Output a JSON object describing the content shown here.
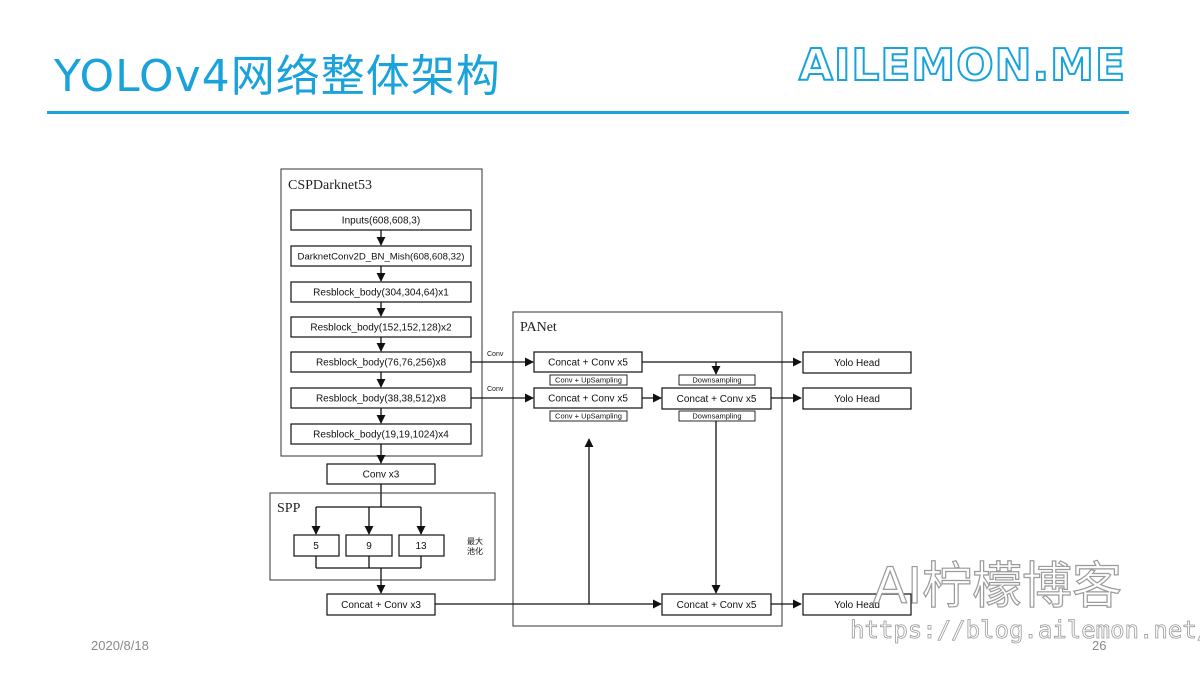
{
  "slide": {
    "title": "YOLOv4网络整体架构",
    "brand": "AILEMON.ME",
    "date": "2020/8/18",
    "page_number": "26"
  },
  "diagram": {
    "backbone_title": "CSPDarknet53",
    "backbone": [
      "Inputs(608,608,3)",
      "DarknetConv2D_BN_Mish(608,608,32)",
      "Resblock_body(304,304,64)x1",
      "Resblock_body(152,152,128)x2",
      "Resblock_body(76,76,256)x8",
      "Resblock_body(38,38,512)x8",
      "Resblock_body(19,19,1024)x4"
    ],
    "conv3": "Conv x3",
    "spp_title": "SPP",
    "spp_pools": [
      "5",
      "9",
      "13"
    ],
    "spp_note": [
      "最大",
      "池化"
    ],
    "concat_conv3": "Concat + Conv x3",
    "panet_title": "PANet",
    "edge_conv": "Conv",
    "concat_conv5": "Concat + Conv x5",
    "conv_upsampling": "Conv + UpSampling",
    "downsampling": "Downsampling",
    "yolo_head": "Yolo Head"
  },
  "watermark": {
    "text": "AI柠檬博客",
    "url": "https://blog.ailemon.net/"
  }
}
